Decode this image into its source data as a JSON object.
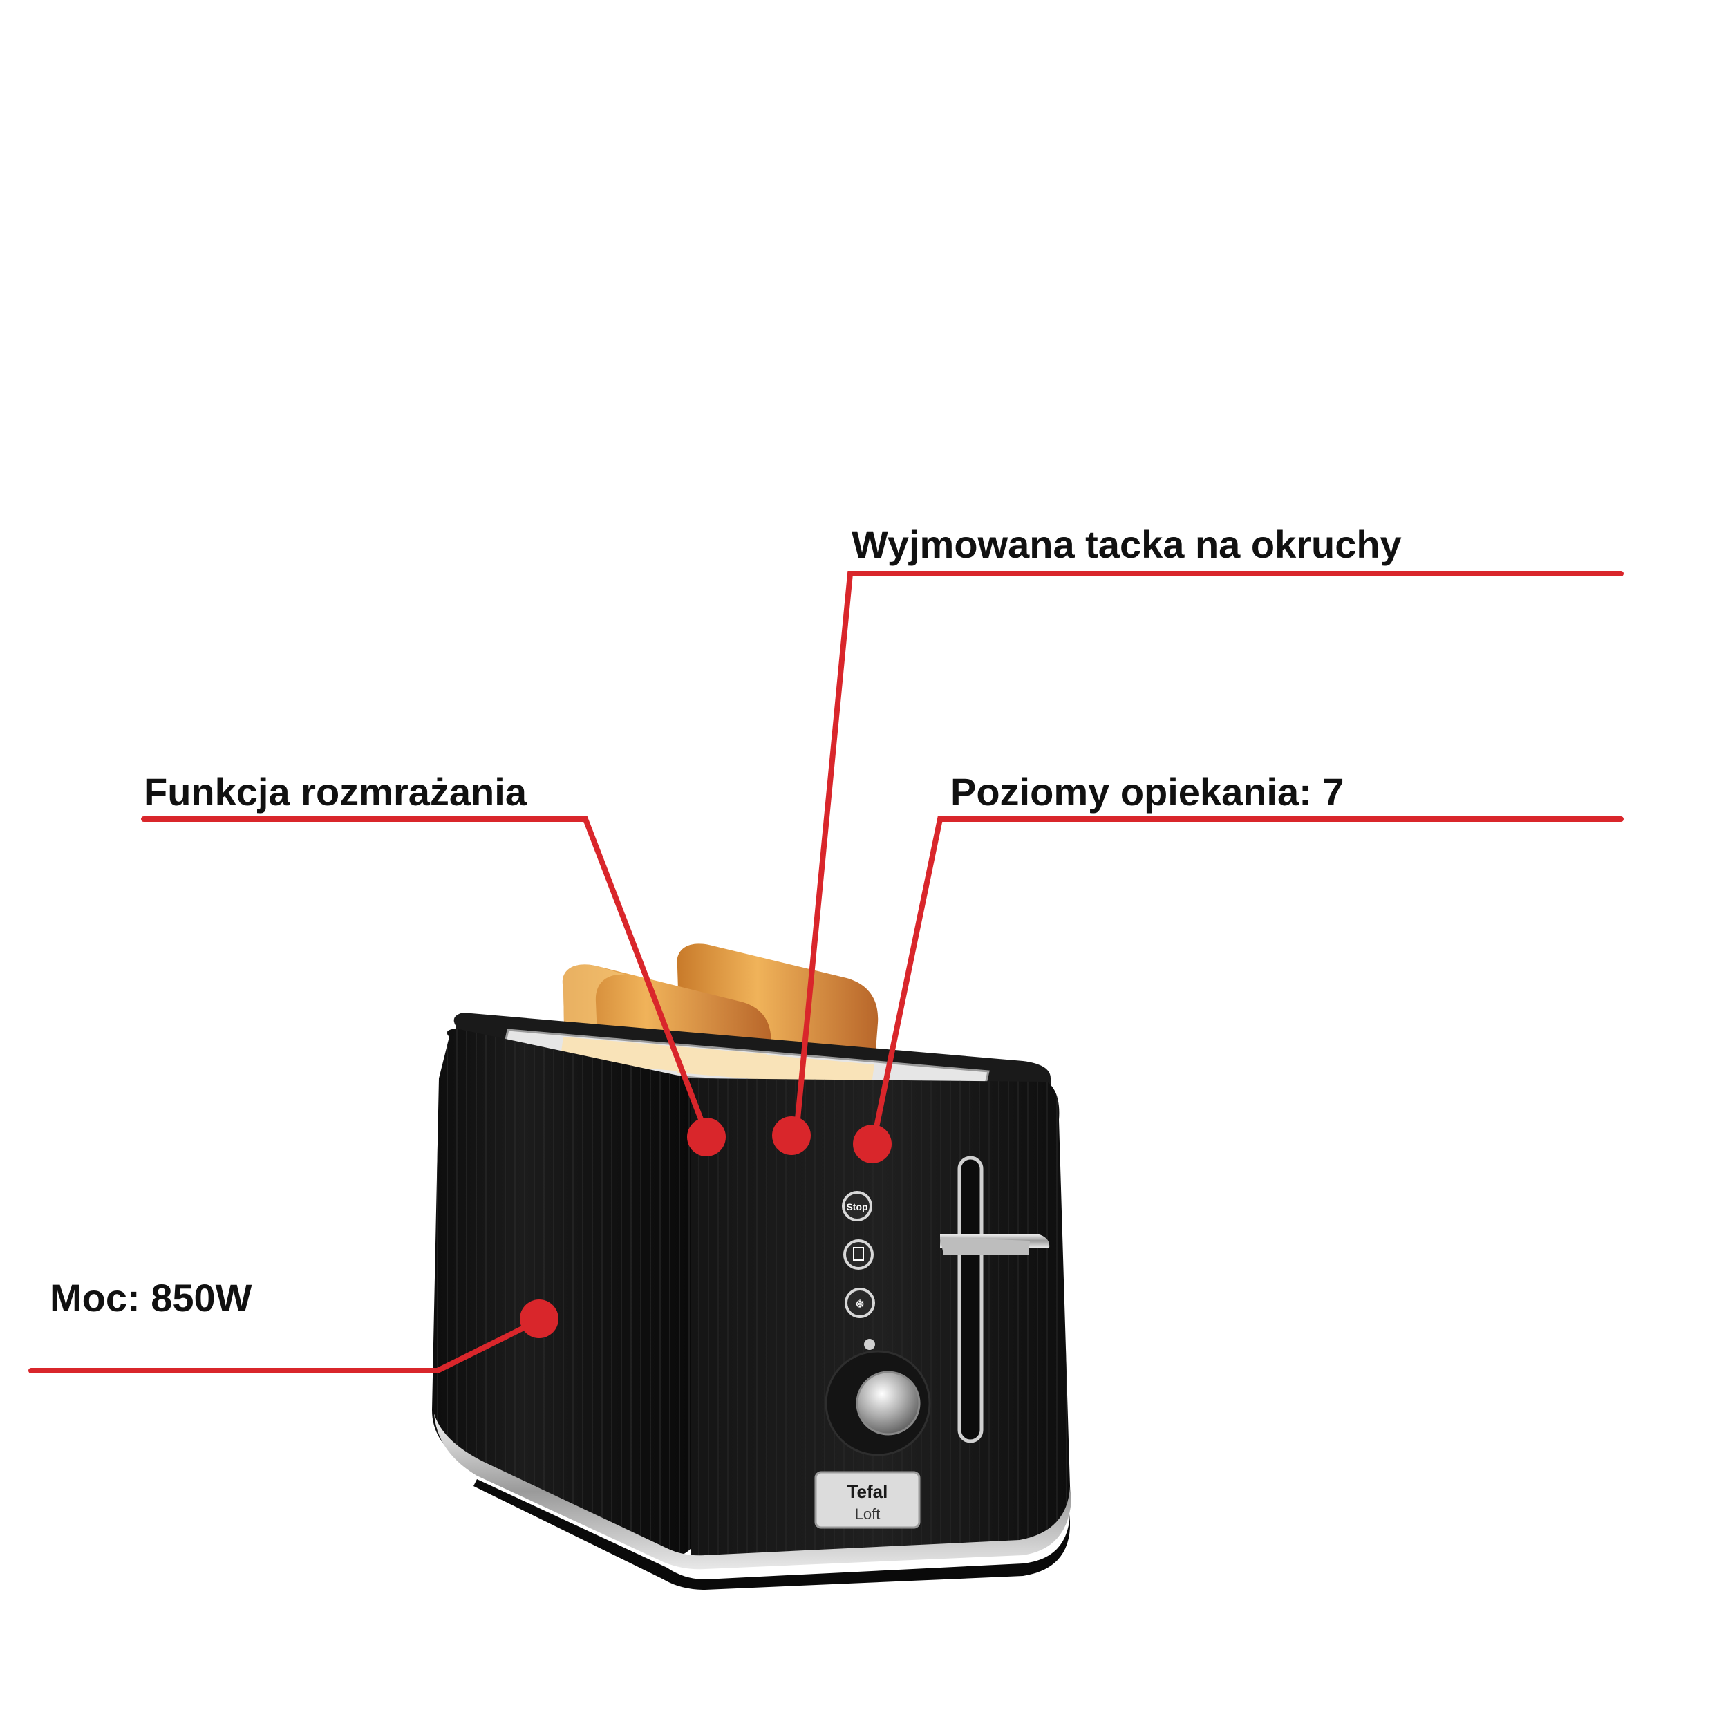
{
  "callouts": {
    "crumb_tray": "Wyjmowana tacka na okruchy",
    "defrost": "Funkcja rozmrażania",
    "browning_levels": "Poziomy opiekania: 7",
    "power": "Moc: 850W"
  },
  "product": {
    "brand": "Tefal",
    "model": "Loft",
    "stop_button": "Stop"
  },
  "colors": {
    "accent": "#d9262b",
    "body": "#121212",
    "chrome": "#c8c8c8",
    "toast": "#e9a24a"
  }
}
